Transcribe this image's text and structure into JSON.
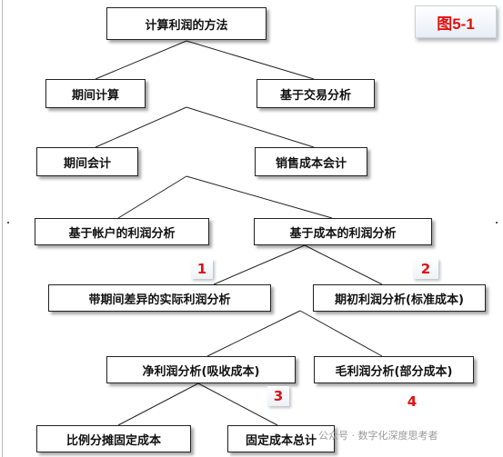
{
  "figure_label": "图5-1",
  "nodes": {
    "root": "计算利润的方法",
    "period_calc": "期间计算",
    "trade_analysis": "基于交易分析",
    "period_accounting": "期间会计",
    "cost_of_sales_accounting": "销售成本会计",
    "account_based_analysis": "基于帐户的利润分析",
    "cost_based_analysis": "基于成本的利润分析",
    "actual_with_variance": "带期间差异的实际利润分析",
    "period_start_standard": "期初利润分析(标准成本)",
    "net_profit_absorption": "净利润分析(吸收成本)",
    "gross_profit_partial": "毛利润分析(部分成本)",
    "proportional_fixed_cost": "比例分摊固定成本",
    "fixed_cost_total": "固定成本总计"
  },
  "markers": {
    "m1": "1",
    "m2": "2",
    "m3": "3",
    "m4": "4"
  },
  "watermark": "公众号 · 数字化深度思考者"
}
